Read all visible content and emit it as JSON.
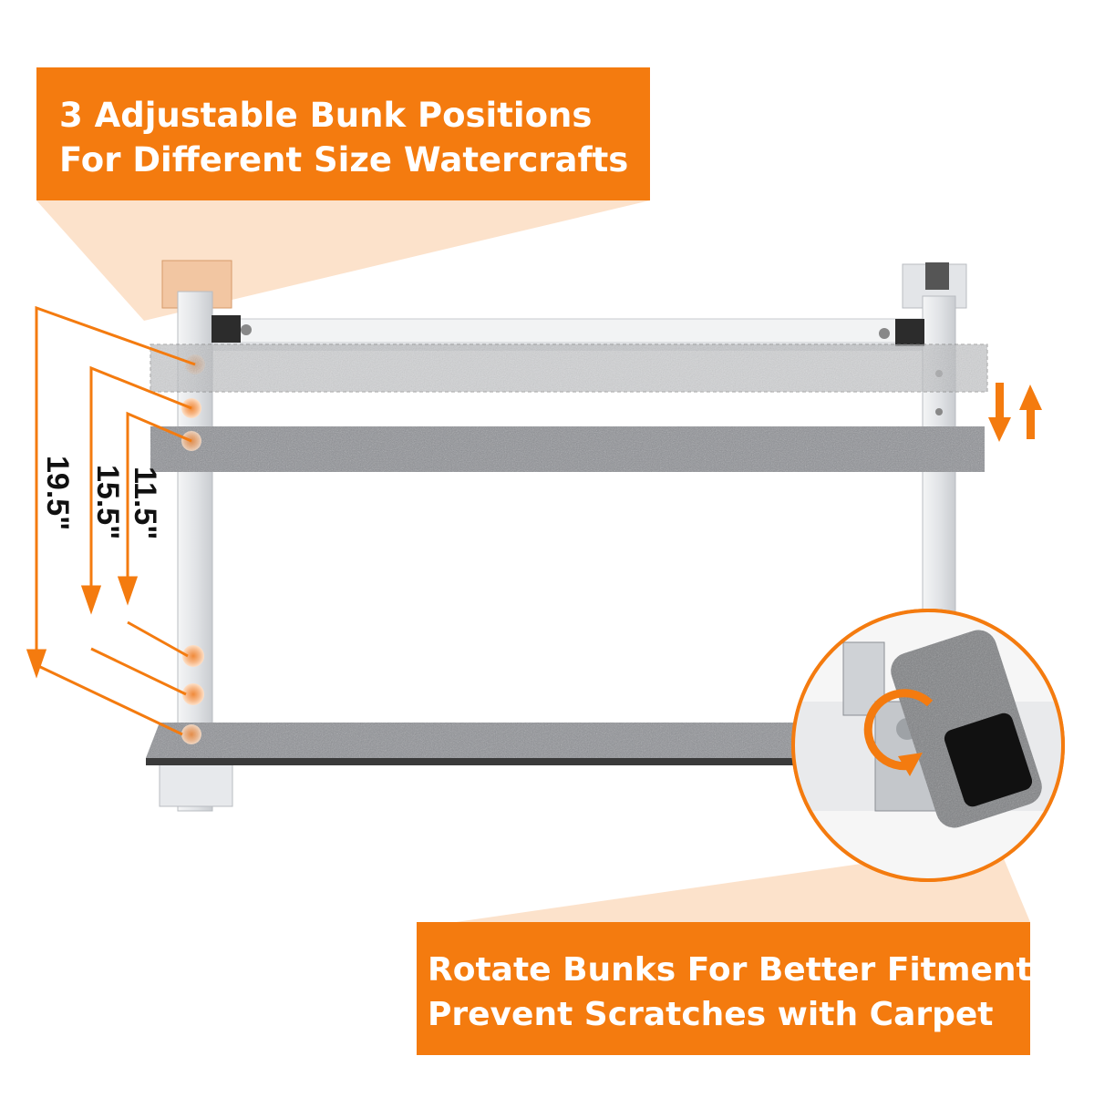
{
  "headline": {
    "line1": "3 Adjustable Bunk Positions",
    "line2": "For Different Size Watercrafts"
  },
  "footer": {
    "line1": "Rotate Bunks For Better Fitment",
    "line2": "Prevent Scratches with Carpet"
  },
  "measurements": [
    "19.5\"",
    "15.5\"",
    "11.5\""
  ],
  "colors": {
    "accent": "#f47b0f",
    "frame": "#dcdfe3",
    "carpet": "#8e9095",
    "background": "#ffffff"
  },
  "icons": [
    "up-down-arrows-icon",
    "rotate-arrow-icon"
  ]
}
